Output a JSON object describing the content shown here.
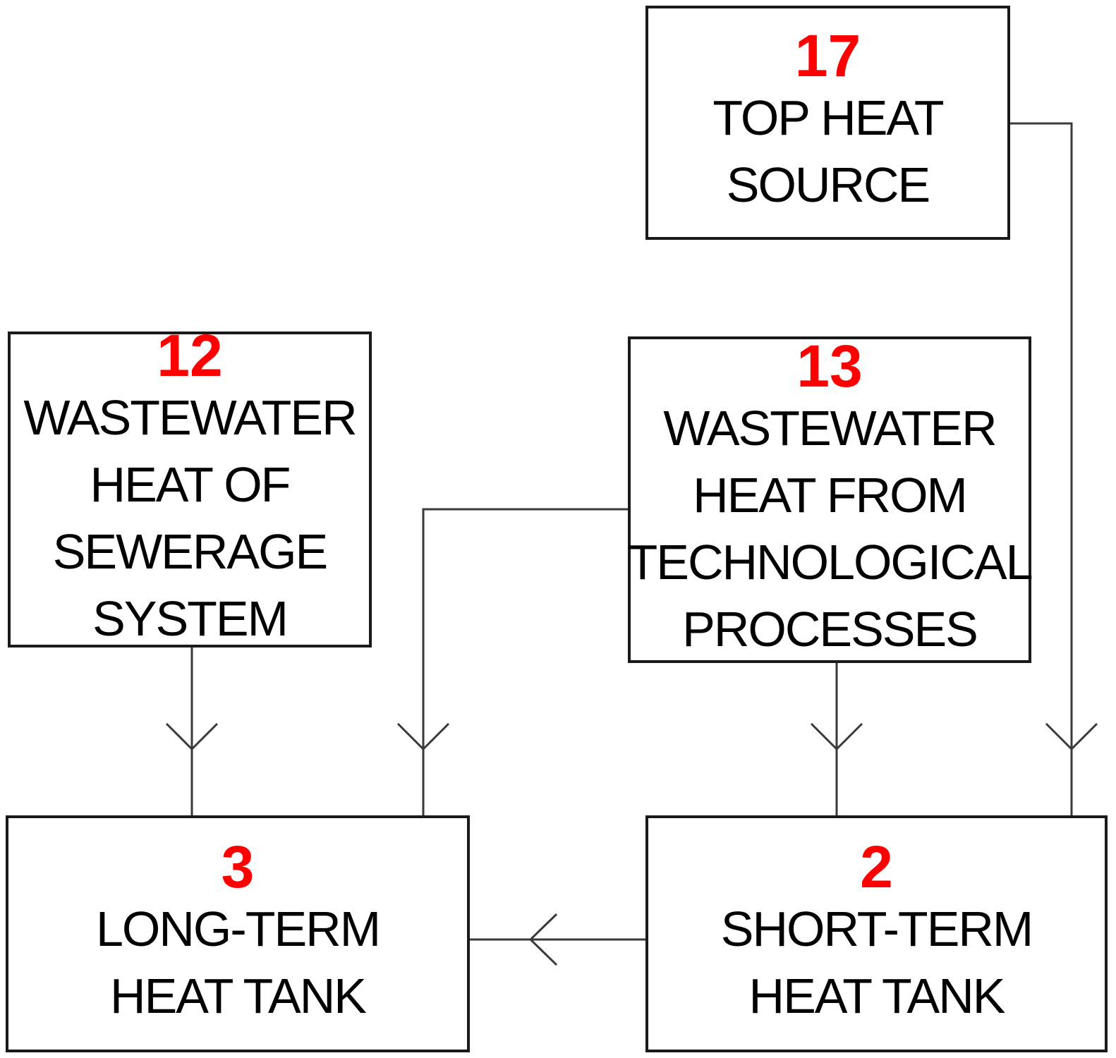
{
  "colors": {
    "background": "#ffffff",
    "box_fill": "#ffffff",
    "box_border": "#1a1a1a",
    "line": "#3a3a3a",
    "number": "#ff0000",
    "text": "#000000"
  },
  "nodes": [
    {
      "id": "top-heat-source",
      "number": "17",
      "lines": [
        "TOP HEAT",
        "SOURCE"
      ]
    },
    {
      "id": "wastewater-heat-of-sewerage-system",
      "number": "12",
      "lines": [
        "WASTEWATER",
        "HEAT OF",
        "SEWERAGE",
        "SYSTEM"
      ]
    },
    {
      "id": "wastewater-heat-from-technological-processes",
      "number": "13",
      "lines": [
        "WASTEWATER",
        "HEAT FROM",
        "TECHNOLOGICAL",
        "PROCESSES"
      ]
    },
    {
      "id": "long-term-heat-tank",
      "number": "3",
      "lines": [
        "LONG-TERM",
        "HEAT TANK"
      ]
    },
    {
      "id": "short-term-heat-tank",
      "number": "2",
      "lines": [
        "SHORT-TERM",
        "HEAT TANK"
      ]
    }
  ],
  "connections": [
    {
      "from": "wastewater-heat-of-sewerage-system",
      "to": "long-term-heat-tank"
    },
    {
      "from": "wastewater-heat-from-technological-processes",
      "to": "long-term-heat-tank"
    },
    {
      "from": "wastewater-heat-from-technological-processes",
      "to": "short-term-heat-tank"
    },
    {
      "from": "top-heat-source",
      "to": "short-term-heat-tank"
    },
    {
      "from": "short-term-heat-tank",
      "to": "long-term-heat-tank"
    }
  ]
}
